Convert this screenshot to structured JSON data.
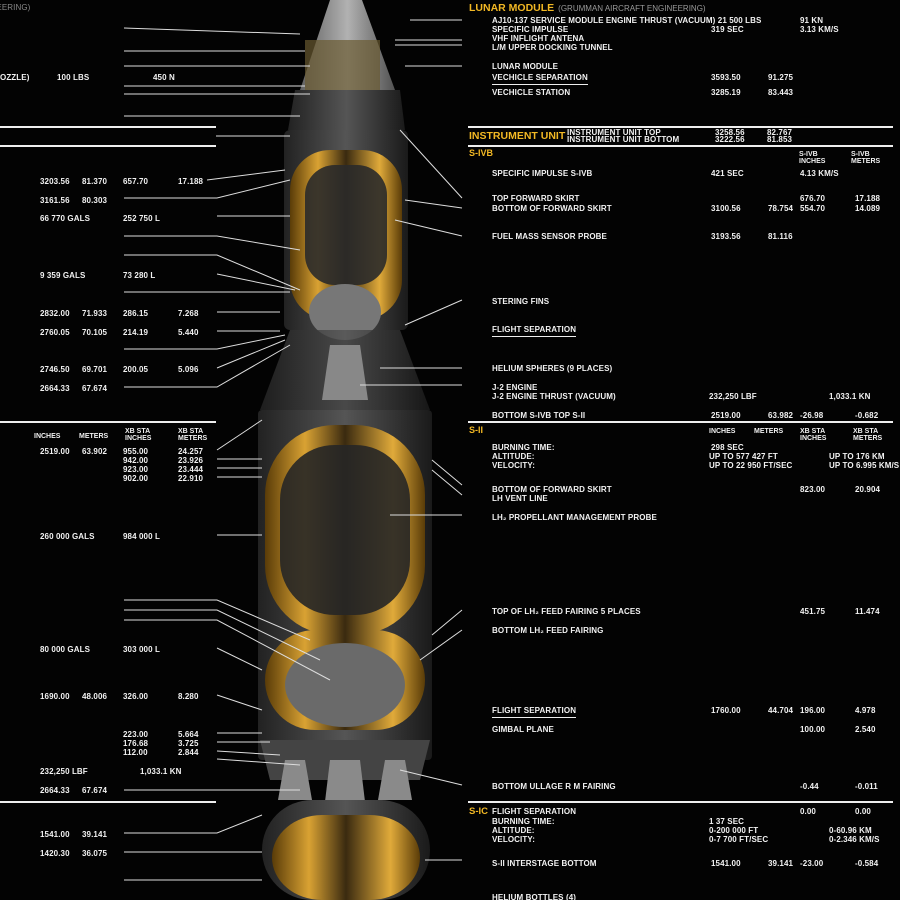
{
  "colors": {
    "background": "#030303",
    "accent": "#f2b824",
    "text": "#f2f2f2",
    "tank_gold": "#c8901c"
  },
  "right": {
    "lunar_module": {
      "title": "LUNAR MODULE",
      "subtitle": "(GRUMMAN AIRCRAFT ENGINEERING)"
    },
    "instrument_unit": {
      "title": "INSTRUMENT UNIT",
      "top_label": "INSTRUMENT UNIT TOP",
      "top_in": "3258.56",
      "top_m": "82.767",
      "bottom_label": "INSTRUMENT UNIT BOTTOM",
      "bottom_in": "3222.56",
      "bottom_m": "81.853"
    },
    "s4b": {
      "title": "S-IVB",
      "col_inches": "S-IVB INCHES",
      "col_meters": "S-IVB METERS"
    },
    "s2": {
      "title": "S-II",
      "col_inches": "INCHES",
      "col_meters": "METERS",
      "col_xb_inches": "XB STA INCHES",
      "col_xb_meters": "XB STA METERS"
    },
    "s1c": {
      "title": "S-IC"
    },
    "rows": [
      {
        "label": "AJ10-137 SERVICE MODULE ENGINE THRUST (VACUUM) 21 500 LBS",
        "values": [
          "",
          "",
          "91 KN",
          ""
        ]
      },
      {
        "label": "SPECIFIC IMPULSE",
        "values": [
          "319 SEC",
          "",
          "3.13 KM/S",
          ""
        ]
      },
      {
        "label": "VHF INFLIGHT ANTENA",
        "values": [
          "",
          "",
          "",
          ""
        ]
      },
      {
        "label": "L/M UPPER DOCKING TUNNEL",
        "values": [
          "",
          "",
          "",
          ""
        ]
      },
      {
        "label": "LUNAR MODULE",
        "values": [
          "",
          "",
          "",
          ""
        ]
      },
      {
        "label": "VECHICLE SEPARATION",
        "values": [
          "3593.50",
          "91.275",
          "",
          ""
        ],
        "underline": true
      },
      {
        "label": "VECHICLE STATION",
        "values": [
          "3285.19",
          "83.443",
          "",
          ""
        ]
      },
      {
        "label": "SPECIFIC IMPULSE S-IVB",
        "values": [
          "421 SEC",
          "",
          "4.13 KM/S",
          ""
        ]
      },
      {
        "label": "TOP FORWARD SKIRT",
        "values": [
          "",
          "",
          "676.70",
          "17.188"
        ]
      },
      {
        "label": "BOTTOM OF FORWARD SKIRT",
        "values": [
          "3100.56",
          "78.754",
          "554.70",
          "14.089"
        ]
      },
      {
        "label": "FUEL MASS SENSOR PROBE",
        "values": [
          "3193.56",
          "81.116",
          "",
          ""
        ]
      },
      {
        "label": "STERING FINS",
        "values": [
          "",
          "",
          "",
          ""
        ]
      },
      {
        "label": "FLIGHT SEPARATION",
        "values": [
          "",
          "",
          "",
          ""
        ],
        "underline": true
      },
      {
        "label": "HELIUM SPHERES (9 PLACES)",
        "values": [
          "",
          "",
          "",
          ""
        ]
      },
      {
        "label": "J-2 ENGINE",
        "values": [
          "",
          "",
          "",
          ""
        ]
      },
      {
        "label": "J-2 ENGINE THRUST (VACUUM)",
        "values": [
          "232,250 LBF",
          "",
          "1,033.1 KN",
          ""
        ]
      },
      {
        "label": "BOTTOM S-IVB TOP S-II",
        "values": [
          "2519.00",
          "63.982",
          "-26.98",
          "-0.682"
        ]
      },
      {
        "label": "BURNING TIME:",
        "values": [
          "298 SEC",
          "",
          "",
          ""
        ]
      },
      {
        "label": "ALTITUDE:",
        "values": [
          "UP TO 577 427 FT",
          "",
          "UP TO 176 KM",
          ""
        ]
      },
      {
        "label": "VELOCITY:",
        "values": [
          "UP TO 22 950 FT/SEC",
          "",
          "UP TO  6.995 KM/S",
          ""
        ]
      },
      {
        "label": "BOTTOM OF FORWARD SKIRT",
        "values": [
          "",
          "",
          "823.00",
          "20.904"
        ]
      },
      {
        "label": "LH VENT LINE",
        "values": [
          "",
          "",
          "",
          ""
        ]
      },
      {
        "label": "LH₂  PROPELLANT MANAGEMENT PROBE",
        "values": [
          "",
          "",
          "",
          ""
        ]
      },
      {
        "label": "TOP OF LH₂  FEED FAIRING 5 PLACES",
        "values": [
          "",
          "",
          "451.75",
          "11.474"
        ]
      },
      {
        "label": "BOTTOM LH₂  FEED FAIRING",
        "values": [
          "",
          "",
          "",
          ""
        ]
      },
      {
        "label": "FLIGHT SEPARATION",
        "values": [
          "1760.00",
          "44.704",
          "196.00",
          "4.978"
        ],
        "underline": true
      },
      {
        "label": "GIMBAL PLANE",
        "values": [
          "",
          "",
          "100.00",
          "2.540"
        ]
      },
      {
        "label": "BOTTOM ULLAGE R M FAIRING",
        "values": [
          "",
          "",
          "-0.44",
          "-0.011"
        ]
      },
      {
        "label": "FLIGHT SEPARATION",
        "values": [
          "",
          "",
          "0.00",
          "0.00"
        ]
      },
      {
        "label": "BURNING TIME:",
        "values": [
          "1    37 SEC",
          "",
          "",
          ""
        ]
      },
      {
        "label": "ALTITUDE:",
        "values": [
          "0-200 000 FT",
          "",
          "0-60.96 KM",
          ""
        ]
      },
      {
        "label": "VELOCITY:",
        "values": [
          "0-7 700 FT/SEC",
          "",
          "0-2.346 KM/S",
          ""
        ]
      },
      {
        "label": "S-II INTERSTAGE BOTTOM",
        "values": [
          "1541.00",
          "39.141",
          "-23.00",
          "-0.584"
        ]
      },
      {
        "label": "HELIUM BOTTLES (4)",
        "values": [
          "",
          "",
          "",
          ""
        ]
      }
    ]
  },
  "left": {
    "top_fragment": "(GRUMMAN AIRCRAFT ENGINEERING)",
    "nozzle_fragment": "OZZLE)",
    "headers": {
      "inches": "INCHES",
      "meters": "METERS",
      "xb_inches": "XB STA INCHES",
      "xb_meters": "XB STA METERS"
    },
    "rows": [
      {
        "values": [
          "",
          "100 LBS",
          "450 N",
          ""
        ]
      },
      {
        "values": [
          "3203.56",
          "81.370",
          "657.70",
          "17.188"
        ]
      },
      {
        "values": [
          "3161.56",
          "80.303",
          "",
          ""
        ]
      },
      {
        "values": [
          "66 770 GALS",
          "",
          "252 750 L",
          ""
        ]
      },
      {
        "values": [
          "9 359 GALS",
          "",
          "73 280 L",
          ""
        ]
      },
      {
        "values": [
          "2832.00",
          "71.933",
          "286.15",
          "7.268"
        ]
      },
      {
        "values": [
          "2760.05",
          "70.105",
          "214.19",
          "5.440"
        ]
      },
      {
        "values": [
          "2746.50",
          "69.701",
          "200.05",
          "5.096"
        ]
      },
      {
        "values": [
          "2664.33",
          "67.674",
          "",
          ""
        ]
      },
      {
        "values": [
          "2519.00",
          "63.902",
          "955.00",
          "24.257"
        ]
      },
      {
        "values": [
          "",
          "",
          "942.00",
          "23.926"
        ]
      },
      {
        "values": [
          "",
          "",
          "923.00",
          "23.444"
        ]
      },
      {
        "values": [
          "",
          "",
          "902.00",
          "22.910"
        ]
      },
      {
        "values": [
          "260 000 GALS",
          "",
          "984 000 L",
          ""
        ]
      },
      {
        "values": [
          "80 000 GALS",
          "",
          "303 000 L",
          ""
        ]
      },
      {
        "values": [
          "1690.00",
          "48.006",
          "326.00",
          "8.280"
        ]
      },
      {
        "values": [
          "",
          "",
          "223.00",
          "5.664"
        ]
      },
      {
        "values": [
          "",
          "",
          "176.68",
          "3.725"
        ]
      },
      {
        "values": [
          "",
          "",
          "112.00",
          "2.844"
        ]
      },
      {
        "values": [
          "232,250 LBF",
          "",
          "1,033.1 KN",
          ""
        ]
      },
      {
        "values": [
          "2664.33",
          "67.674",
          "",
          ""
        ]
      },
      {
        "values": [
          "1541.00",
          "39.141",
          "",
          ""
        ]
      },
      {
        "values": [
          "1420.30",
          "36.075",
          "",
          ""
        ]
      }
    ]
  }
}
